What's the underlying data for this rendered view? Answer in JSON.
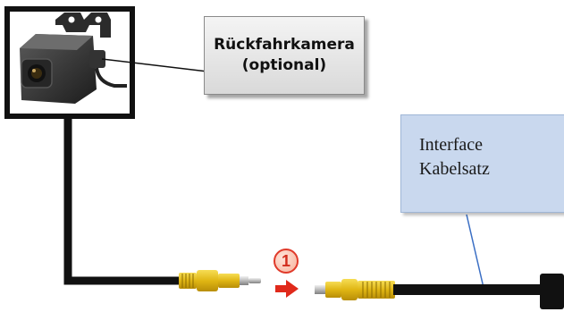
{
  "camera_label": {
    "line1": "Rückfahrkamera",
    "line2": "(optional)"
  },
  "interface_label": {
    "line1": "Interface",
    "line2": "Kabelsatz"
  },
  "step_badge": "1",
  "colors": {
    "cable": "#111111",
    "rca_plug": "#e7c21a",
    "arrow": "#e0291b",
    "callout_bg": "#dcdcdc",
    "interface_bg": "#c9d8ee"
  },
  "icons": [
    "rear-camera-icon",
    "rca-male-plug-icon",
    "rca-female-socket-icon",
    "arrow-right-icon"
  ]
}
